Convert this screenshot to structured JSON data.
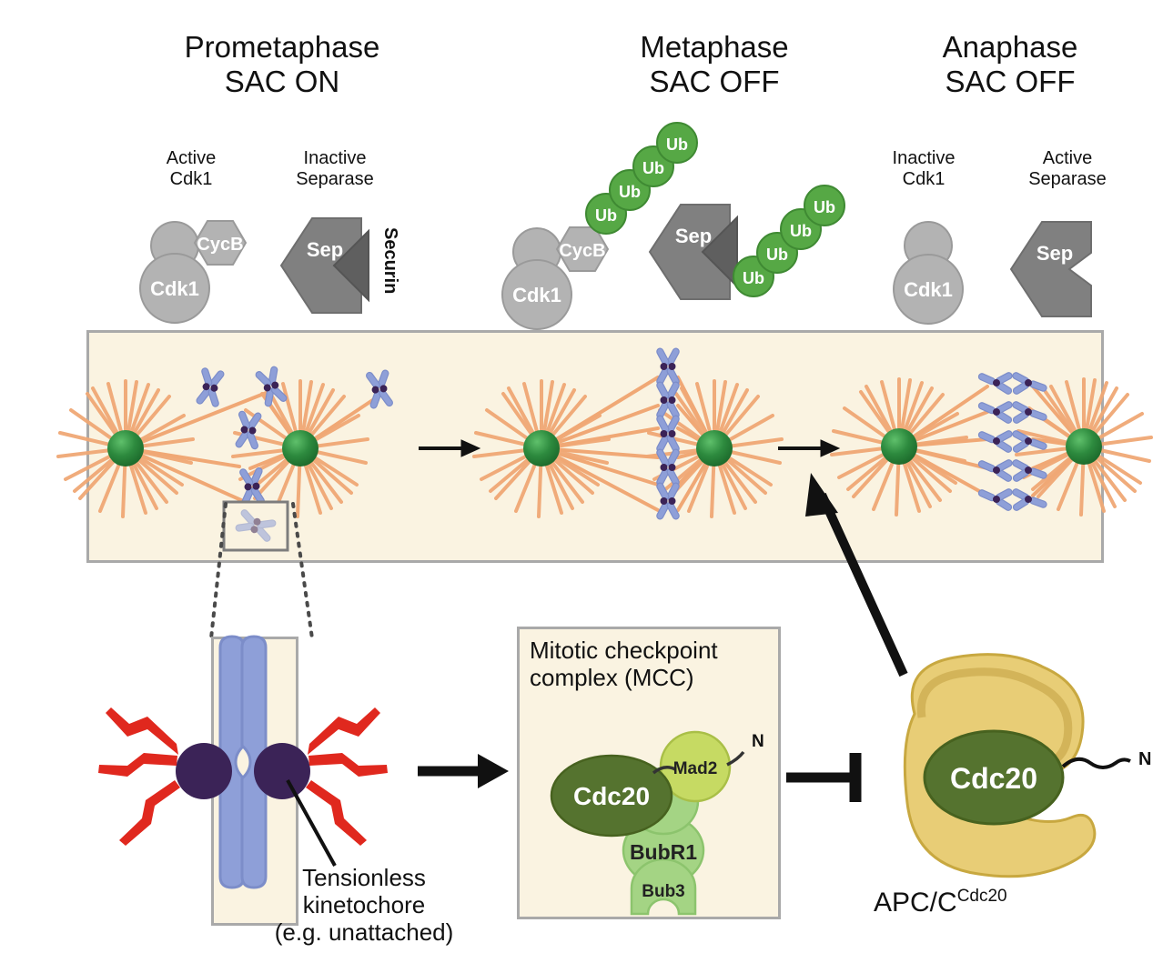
{
  "phases": [
    {
      "name": "prometaphase",
      "title": "Prometaphase\nSAC ON",
      "proteins": [
        {
          "id": "cdk1",
          "label": "Active\nCdk1",
          "parts": [
            "Cdk1",
            "CycB"
          ]
        },
        {
          "id": "separase",
          "label": "Inactive\nSeparase",
          "parts": [
            "Sep",
            "Securin"
          ]
        }
      ]
    },
    {
      "name": "metaphase",
      "title": "Metaphase\nSAC OFF",
      "proteins": [
        {
          "id": "cdk1",
          "label": "",
          "parts": [
            "Cdk1",
            "CycB"
          ]
        },
        {
          "id": "separase",
          "label": "",
          "parts": [
            "Sep"
          ]
        }
      ],
      "ubiquitin_chains": [
        {
          "attached_to": "CycB",
          "count": 4,
          "label": "Ub"
        },
        {
          "attached_to": "Securin",
          "count": 4,
          "label": "Ub"
        }
      ]
    },
    {
      "name": "anaphase",
      "title": "Anaphase\nSAC OFF",
      "proteins": [
        {
          "id": "cdk1",
          "label": "Inactive\nCdk1",
          "parts": [
            "Cdk1"
          ]
        },
        {
          "id": "separase",
          "label": "Active\nSeparase",
          "parts": [
            "Sep"
          ]
        }
      ]
    }
  ],
  "ub_label": "Ub",
  "protein_text": {
    "cdk1": "Cdk1",
    "cycb": "CycB",
    "sep": "Sep",
    "securin": "Securin"
  },
  "spindle_stages": [
    {
      "name": "prometaphase",
      "chromosomes": 6,
      "poles": 2,
      "aligned": false,
      "separated": false
    },
    {
      "name": "metaphase",
      "chromosomes": 6,
      "poles": 2,
      "aligned": true,
      "separated": false
    },
    {
      "name": "anaphase",
      "chromosomes": 10,
      "poles": 2,
      "aligned": false,
      "separated": true
    }
  ],
  "kinetochore": {
    "caption": "Tensionless\nkinetochore\n(e.g. unattached)",
    "signal_count": 6
  },
  "mcc": {
    "title": "Mitotic checkpoint\ncomplex (MCC)",
    "subunits": [
      {
        "name": "Cdc20",
        "color": "#55732f"
      },
      {
        "name": "Mad2",
        "color": "#c6da63"
      },
      {
        "name": "BubR1",
        "color": "#a4d484"
      },
      {
        "name": "Bub3",
        "color": "#a4d484"
      }
    ],
    "n_terminus": "N"
  },
  "apc": {
    "label_main": "APC/C",
    "label_sup": "Cdc20",
    "core": "Cdc20",
    "n_terminus": "N",
    "body_color": "#e8cd76",
    "core_color": "#55732f"
  },
  "colors": {
    "panel_bg": "#faf3e1",
    "panel_border": "#a9a9a9",
    "microtubule": "#f0a875",
    "pole": "#2d8a3e",
    "chromosome": "#8e9fd8",
    "centromere": "#3b2357",
    "ubiquitin": "#56a845",
    "protein_light": "#b3b3b3",
    "protein_dark": "#808080",
    "signal_red": "#e0281e",
    "kinetochore": "#3b2357",
    "arrow": "#111111"
  },
  "arrows": [
    {
      "name": "prometa-to-meta",
      "type": "plain"
    },
    {
      "name": "meta-to-ana",
      "type": "plain"
    },
    {
      "name": "kinetochore-to-mcc",
      "type": "thick"
    },
    {
      "name": "mcc-inhibits-apc",
      "type": "inhibition"
    },
    {
      "name": "apc-to-anaphase",
      "type": "thick-diagonal"
    }
  ]
}
